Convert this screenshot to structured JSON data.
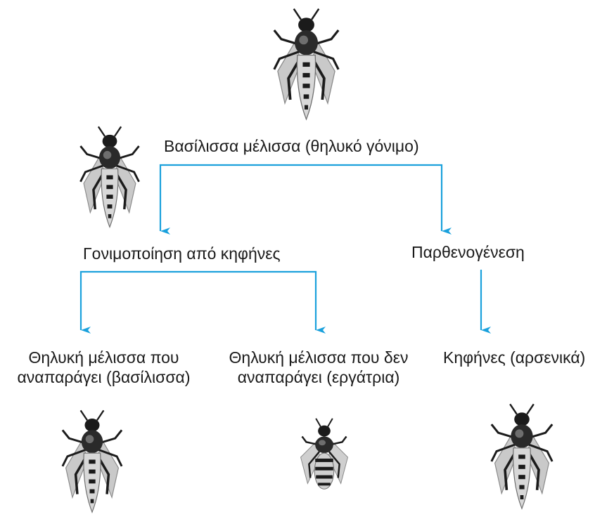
{
  "diagram": {
    "root": {
      "label": "Βασίλισσα μέλισσα (θηλυκό γόνιμο)"
    },
    "branch_left": {
      "label": "Γονιμοποίηση από κηφήνες"
    },
    "branch_right": {
      "label": "Παρθενογένεση"
    },
    "leaf_queen": {
      "line1": "Θηλυκή μέλισσα που",
      "line2": "αναπαράγει (βασίλισσα)"
    },
    "leaf_worker": {
      "line1": "Θηλυκή μέλισσα που δεν",
      "line2": "αναπαράγει (εργάτρια)"
    },
    "leaf_drone": {
      "label": "Κηφήνες (αρσενικά)"
    }
  },
  "colors": {
    "arrow": "#1ba1dc",
    "text": "#1a1a1a",
    "bee_dark": "#1b1b1b",
    "bee_mid": "#6e6e6e",
    "bee_light": "#c9c9c9"
  },
  "icons": {
    "bee": "honeybee-illustration"
  }
}
